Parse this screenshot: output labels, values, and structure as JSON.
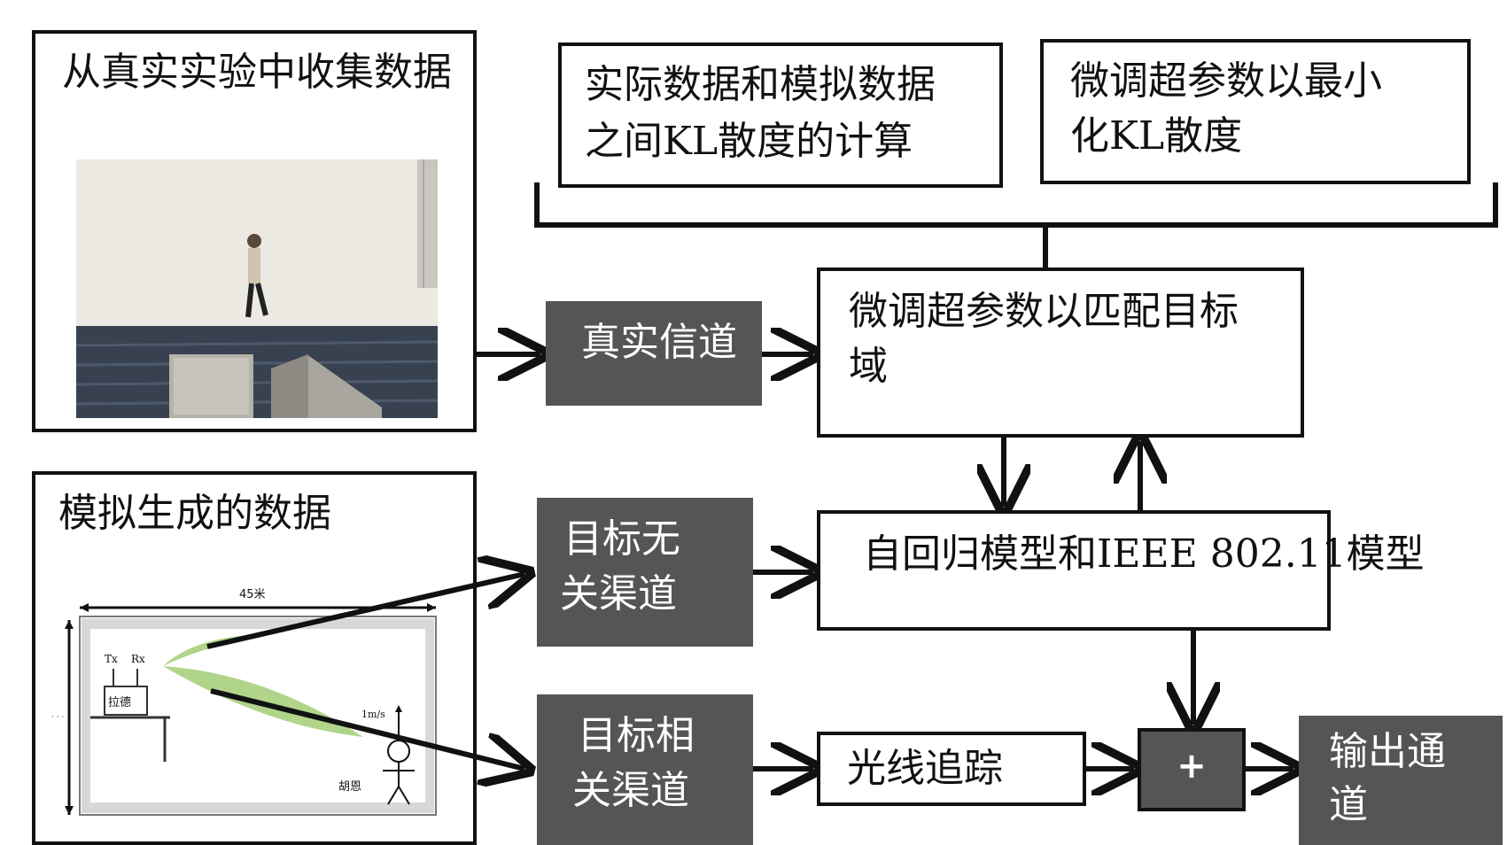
{
  "real_panel": {
    "title": "从真实实验中收集数据"
  },
  "sim_panel": {
    "title": "模拟生成的数据",
    "width_label": "45米",
    "tx_label": "Tx",
    "rx_label": "Rx",
    "device_label": "拉德",
    "person_label": "胡恩",
    "speed_label": "1m/s"
  },
  "kl_calc": {
    "line1": "实际数据和模拟数据",
    "line2": "之间KL散度的计算"
  },
  "kl_min": {
    "line1": "微调超参数以最小",
    "line2": "化KL散度"
  },
  "real_channel": {
    "label": "真实信道"
  },
  "tune_target": {
    "line1": "微调超参数以匹配目标",
    "line2": "域"
  },
  "irrelevant_channel": {
    "line1": "目标无",
    "line2": "关渠道"
  },
  "ar_model": {
    "label": "自回归模型和IEEE 802.11模型"
  },
  "relevant_channel": {
    "line1": "目标相",
    "line2": "关渠道"
  },
  "ray_tracing": {
    "label": "光线追踪"
  },
  "plus_node": {
    "label": "+"
  },
  "output_channel": {
    "line1": "输出通",
    "line2": "道"
  },
  "colors": {
    "dark_box": "#555555",
    "beam": "#a7cf7c",
    "wall": "#d8d8d8",
    "floor": "#38414f"
  }
}
